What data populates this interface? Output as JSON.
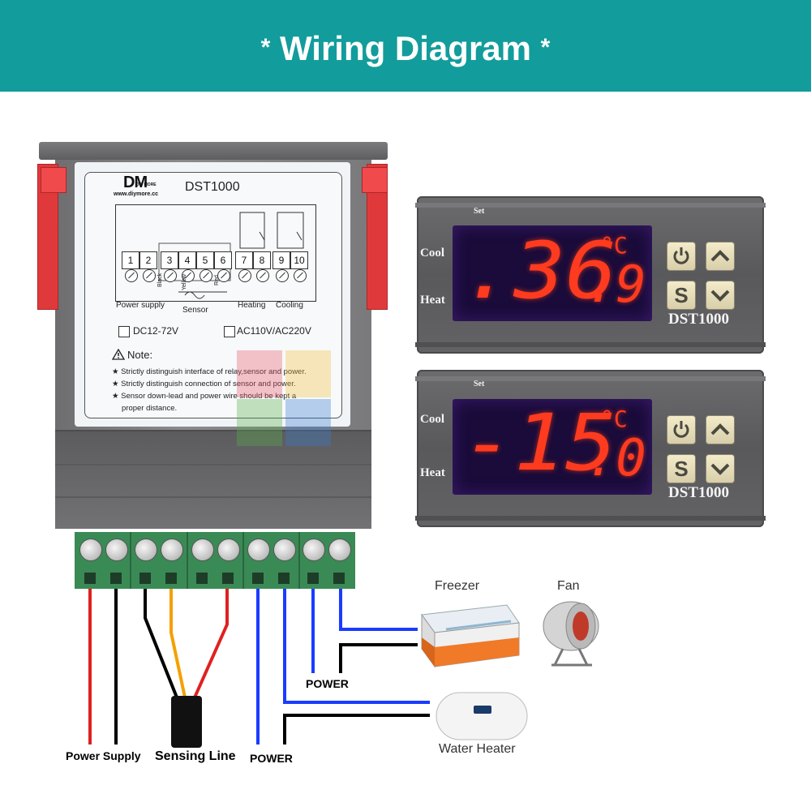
{
  "banner": {
    "title": "Wiring Diagram",
    "star": "*"
  },
  "label": {
    "logo": "DM",
    "logo_sub": "DIY MORE",
    "url": "www.diymore.cc",
    "model": "DST1000",
    "terminals": [
      "1",
      "2",
      "3",
      "4",
      "5",
      "6",
      "7",
      "8",
      "9",
      "10"
    ],
    "power_supply": "Power supply",
    "sensor": "Sensor",
    "heating": "Heating",
    "cooling": "Cooling",
    "wire_black": "Black",
    "wire_yellow": "Yellow",
    "wire_red": "Red",
    "option_dc": "DC12-72V",
    "option_ac": "AC110V/AC220V",
    "note_title": "Note:",
    "notes": [
      "★ Strictly distinguish interface of relay,sensor and power.",
      "★ Strictly distinguish connection of sensor and power.",
      "★ Sensor down-lead and power wire should be kept a",
      "proper distance."
    ]
  },
  "panels": [
    {
      "set": "Set",
      "cool": "Cool",
      "heat": "Heat",
      "reading_main": ".36",
      "reading_dec": ".9",
      "unit": "°C",
      "model": "DST1000"
    },
    {
      "set": "Set",
      "cool": "Cool",
      "heat": "Heat",
      "reading_main": "-15",
      "reading_dec": ".0",
      "unit": "°C",
      "model": "DST1000"
    }
  ],
  "buttons": {
    "power_icon": "power-icon",
    "set_label": "S",
    "up_icon": "up-arrow-icon",
    "down_icon": "down-arrow-icon"
  },
  "wiring": {
    "power_supply": "Power Supply",
    "sensing_line": "Sensing Line",
    "power_left": "POWER",
    "power_mid": "POWER"
  },
  "appliances": {
    "freezer": "Freezer",
    "fan": "Fan",
    "water_heater": "Water Heater"
  },
  "colors": {
    "banner": "#139c9c",
    "wire_red": "#e02020",
    "wire_black": "#000000",
    "wire_yellow": "#f5a000",
    "wire_blue": "#1a3cff",
    "display_red": "#ff3b1f",
    "terminal_green": "#3a8a55"
  }
}
